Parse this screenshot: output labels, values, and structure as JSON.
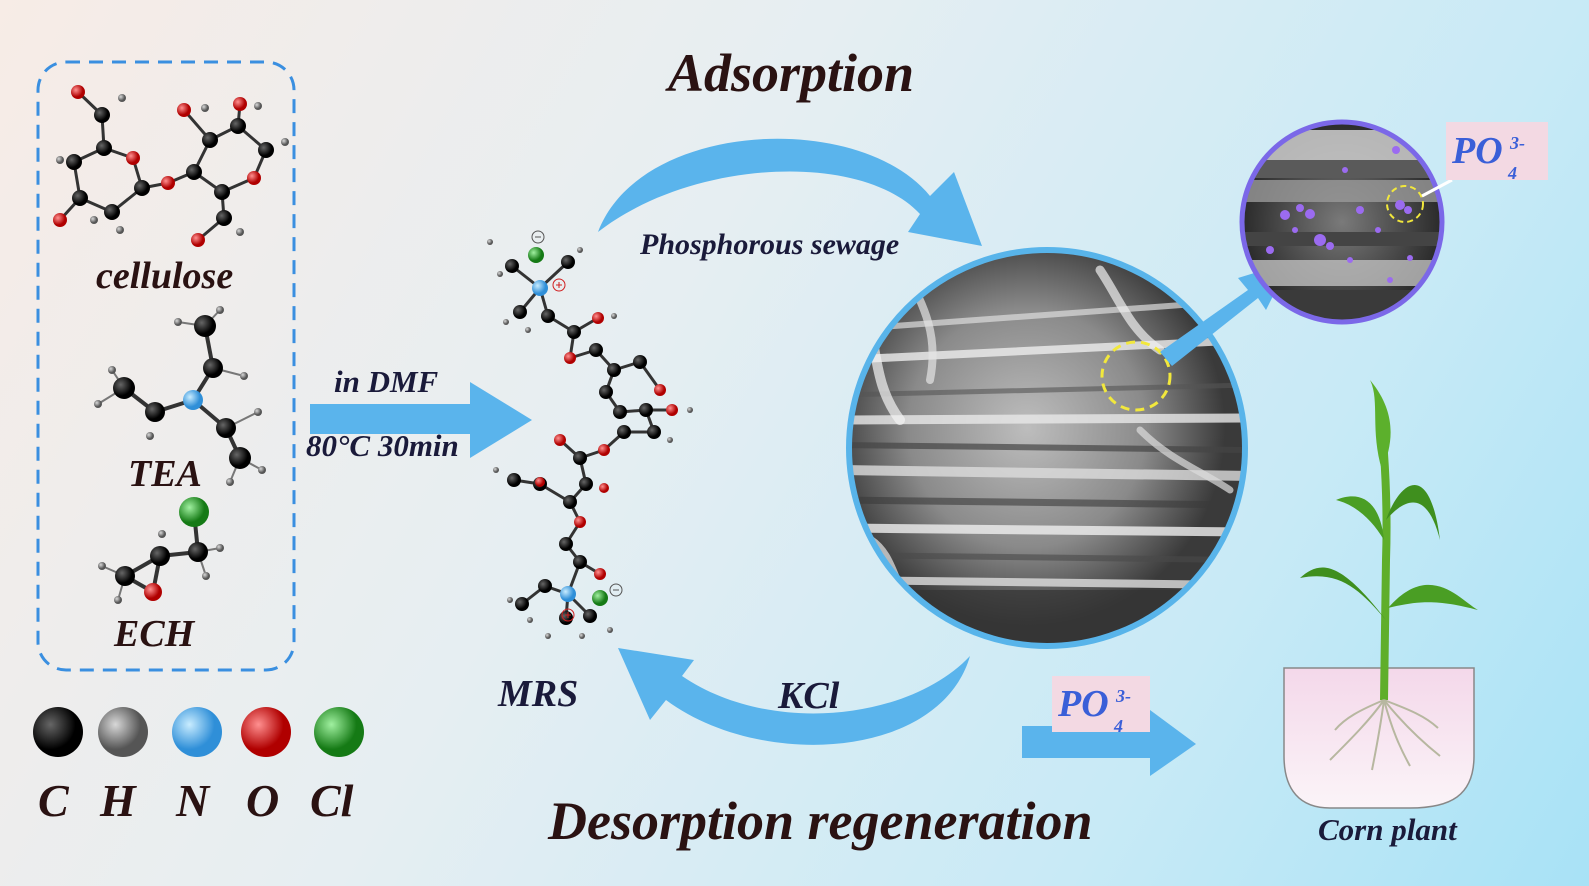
{
  "titles": {
    "adsorption": "Adsorption",
    "desorption": "Desorption regeneration"
  },
  "reactants": {
    "cellulose": "cellulose",
    "tea": "TEA",
    "ech": "ECH"
  },
  "conditions": {
    "solvent": "in DMF",
    "temp_time": "80°C  30min"
  },
  "product": "MRS",
  "flows": {
    "sewage": "Phosphorous sewage",
    "regenerant": "KCl",
    "plant": "Corn plant"
  },
  "phosphate": {
    "base": "PO",
    "sub": "4",
    "sup": "3-"
  },
  "legend": [
    {
      "symbol": "C",
      "color": "#111111"
    },
    {
      "symbol": "H",
      "color": "#8a8a8a"
    },
    {
      "symbol": "N",
      "color": "#58b0e8"
    },
    {
      "symbol": "O",
      "color": "#e01515"
    },
    {
      "symbol": "Cl",
      "color": "#2aa02a"
    }
  ],
  "colors": {
    "arrow": "#5ab4ec",
    "dashed_box": "#3a8fe0",
    "sem_ring": "#58b4ea",
    "zoom_ring": "#7b68e8"
  }
}
